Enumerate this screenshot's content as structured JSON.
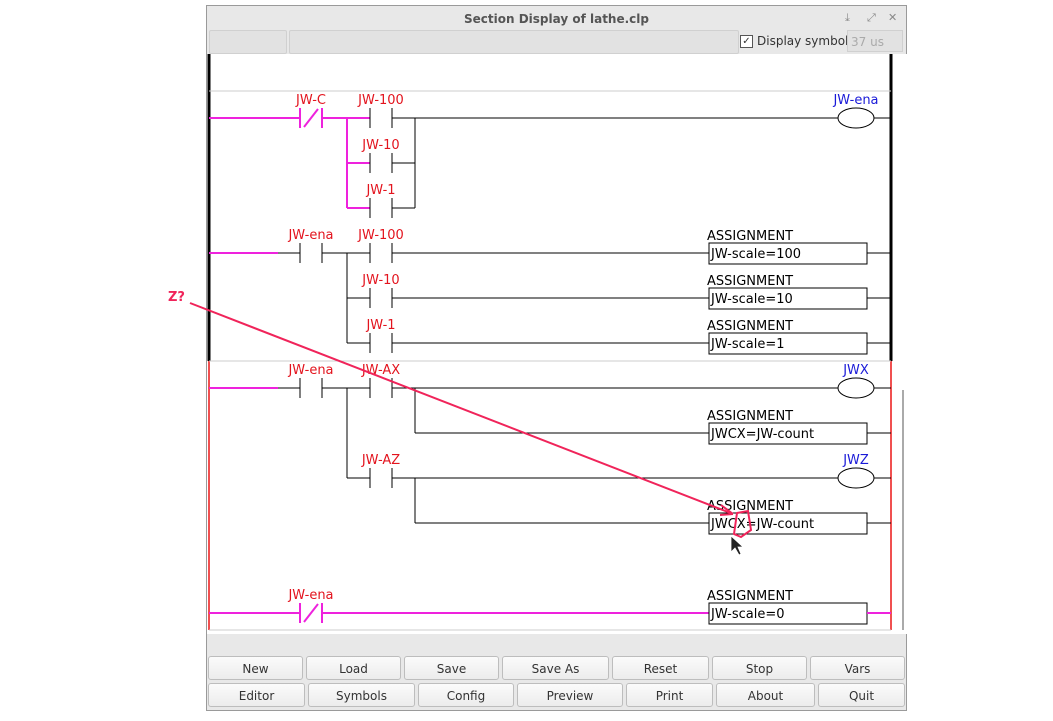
{
  "window": {
    "title": "Section Display of lathe.clp",
    "controls": [
      "minimize",
      "maximize",
      "close"
    ]
  },
  "toolbar": {
    "display_symbols_label": "Display symbols",
    "display_symbols_checked": true,
    "timing": "37 us"
  },
  "colors": {
    "powered": "#ee22dd",
    "wire": "#000000",
    "contact_label": "#e3141e",
    "coil_label": "#1a1ad8",
    "selected_rail": "#f05050",
    "annotation": "#f0245a"
  },
  "rungs": [
    {
      "contacts": [
        {
          "label": "JW-C",
          "type": "nc"
        },
        {
          "label": "JW-100"
        },
        {
          "label": "JW-10"
        },
        {
          "label": "JW-1"
        }
      ],
      "output": {
        "type": "coil",
        "label": "JW-ena"
      }
    },
    {
      "contacts": [
        {
          "label": "JW-ena"
        },
        {
          "label": "JW-100"
        },
        {
          "label": "JW-10"
        },
        {
          "label": "JW-1"
        }
      ],
      "outputs": [
        {
          "type": "assignment",
          "title": "ASSIGNMENT",
          "expr": "JW-scale=100"
        },
        {
          "type": "assignment",
          "title": "ASSIGNMENT",
          "expr": "JW-scale=10"
        },
        {
          "type": "assignment",
          "title": "ASSIGNMENT",
          "expr": "JW-scale=1"
        }
      ]
    },
    {
      "contacts": [
        {
          "label": "JW-ena"
        },
        {
          "label": "JW-AX"
        },
        {
          "label": "JW-AZ"
        }
      ],
      "outputs": [
        {
          "type": "coil",
          "label": "JWX"
        },
        {
          "type": "assignment",
          "title": "ASSIGNMENT",
          "expr": "JWCX=JW-count"
        },
        {
          "type": "coil",
          "label": "JWZ"
        },
        {
          "type": "assignment",
          "title": "ASSIGNMENT",
          "expr": "JWCX=JW-count"
        }
      ]
    },
    {
      "contacts": [
        {
          "label": "JW-ena",
          "type": "nc"
        }
      ],
      "outputs": [
        {
          "type": "assignment",
          "title": "ASSIGNMENT",
          "expr": "JW-scale=0"
        }
      ]
    }
  ],
  "annotation": {
    "text": "Z?"
  },
  "buttons_row1": [
    "New",
    "Load",
    "Save",
    "Save As",
    "Reset",
    "Stop",
    "Vars"
  ],
  "buttons_row2": [
    "Editor",
    "Symbols",
    "Config",
    "Preview",
    "Print",
    "About",
    "Quit"
  ]
}
